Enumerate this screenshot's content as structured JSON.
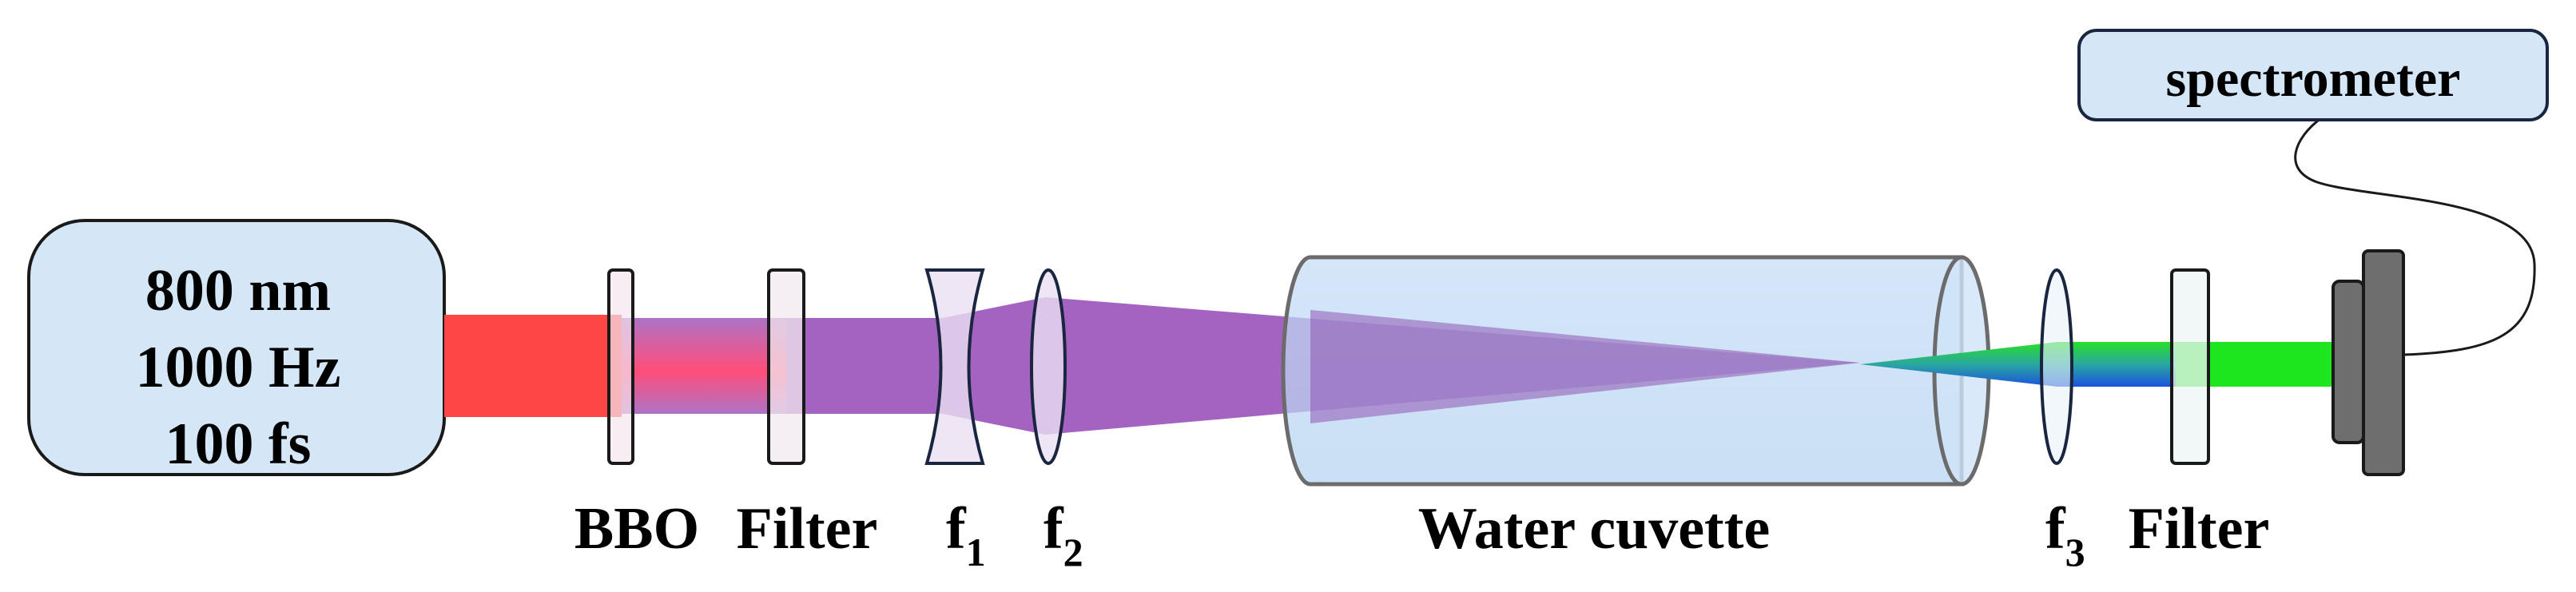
{
  "laser": {
    "line1": "800 nm",
    "line2": "1000 Hz",
    "line3": "100 fs"
  },
  "labels": {
    "bbo": "BBO",
    "filter1": "Filter",
    "f1_base": "f",
    "f1_sub": "1",
    "f2_base": "f",
    "f2_sub": "2",
    "cuvette": "Water cuvette",
    "f3_base": "f",
    "f3_sub": "3",
    "filter2": "Filter"
  },
  "spectrometer": {
    "label": "spectrometer"
  },
  "colors": {
    "laser_box_fill": "#d5e7f7",
    "red_beam": "#ff4646",
    "violet_beam": "#a463c0",
    "cuvette_fill": "#bcd8f4",
    "optic_fill": "#eae0f2",
    "green_beam": "#1ee61e",
    "blue_beam": "#1a5fe0",
    "detector_gray": "#6e6e6e"
  }
}
